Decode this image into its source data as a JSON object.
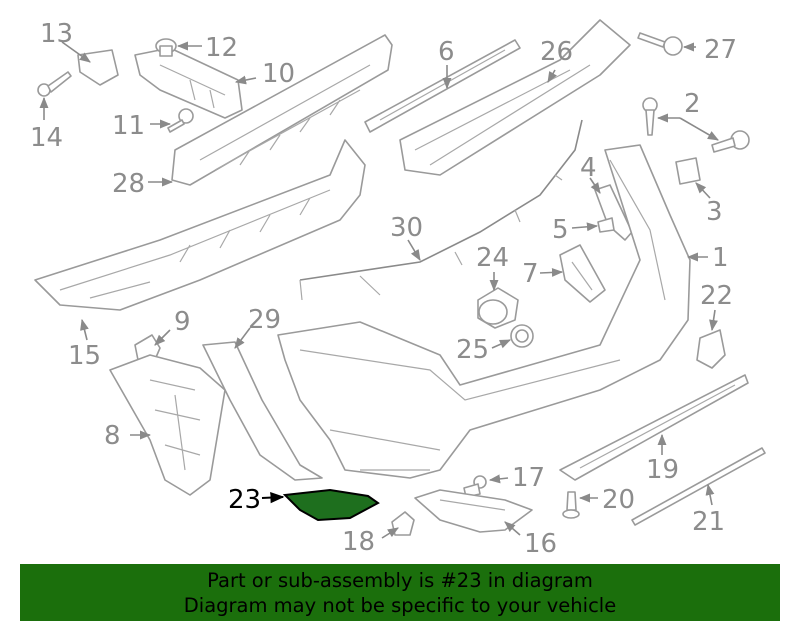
{
  "callouts": {
    "c1": "1",
    "c2": "2",
    "c3": "3",
    "c4": "4",
    "c5": "5",
    "c6": "6",
    "c7": "7",
    "c8": "8",
    "c9": "9",
    "c10": "10",
    "c11": "11",
    "c12": "12",
    "c13": "13",
    "c14": "14",
    "c15": "15",
    "c16": "16",
    "c17": "17",
    "c18": "18",
    "c19": "19",
    "c20": "20",
    "c21": "21",
    "c22": "22",
    "c23": "23",
    "c24": "24",
    "c25": "25",
    "c26": "26",
    "c27": "27",
    "c28": "28",
    "c29": "29",
    "c30": "30"
  },
  "highlight": {
    "part": "23",
    "color": "#1e6f1e"
  },
  "banner": {
    "line1": "Part or sub-assembly is #23 in diagram",
    "line2": "Diagram may not be specific to your vehicle",
    "background": "#1b6f0c"
  }
}
